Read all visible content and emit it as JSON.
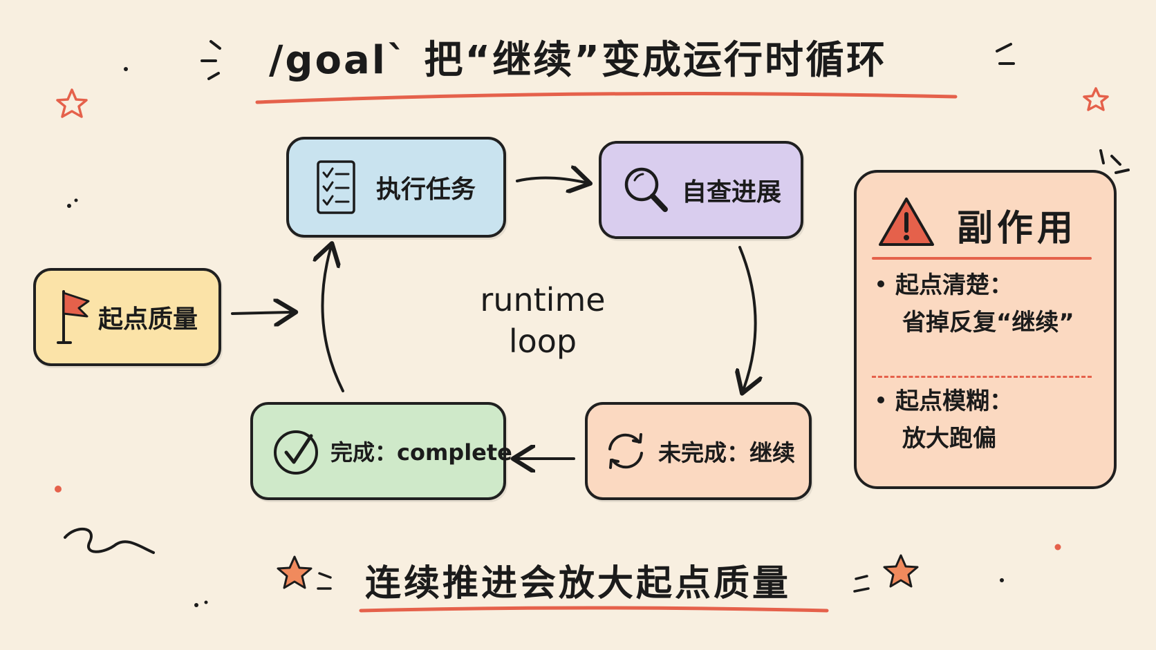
{
  "title": "/goal` 把“继续”变成运行时循环",
  "nodes": {
    "start": {
      "label": "起点质量",
      "color": "#fbe3a8",
      "icon": "flag-icon"
    },
    "execute": {
      "label": "执行任务",
      "color": "#c9e3ef",
      "icon": "checklist-icon"
    },
    "review": {
      "label": "自查进展",
      "color": "#d9cdee",
      "icon": "magnifier-icon"
    },
    "incomplete": {
      "label": "未完成：继续",
      "color": "#fbd9c1",
      "icon": "refresh-icon"
    },
    "complete": {
      "label": "完成：complete",
      "color": "#cfe9c9",
      "icon": "check-circle-icon"
    }
  },
  "loop_label": {
    "line1": "runtime",
    "line2": "loop"
  },
  "side_panel": {
    "title": "副作用",
    "icon": "warning-icon",
    "items": [
      {
        "line1": "起点清楚：",
        "line2": "省掉反复“继续”"
      },
      {
        "line1": "起点模糊：",
        "line2": "放大跑偏"
      }
    ]
  },
  "footer": "连续推进会放大起点质量",
  "colors": {
    "accent": "#e5614b",
    "background": "#f8efe0",
    "outline": "#202020"
  }
}
